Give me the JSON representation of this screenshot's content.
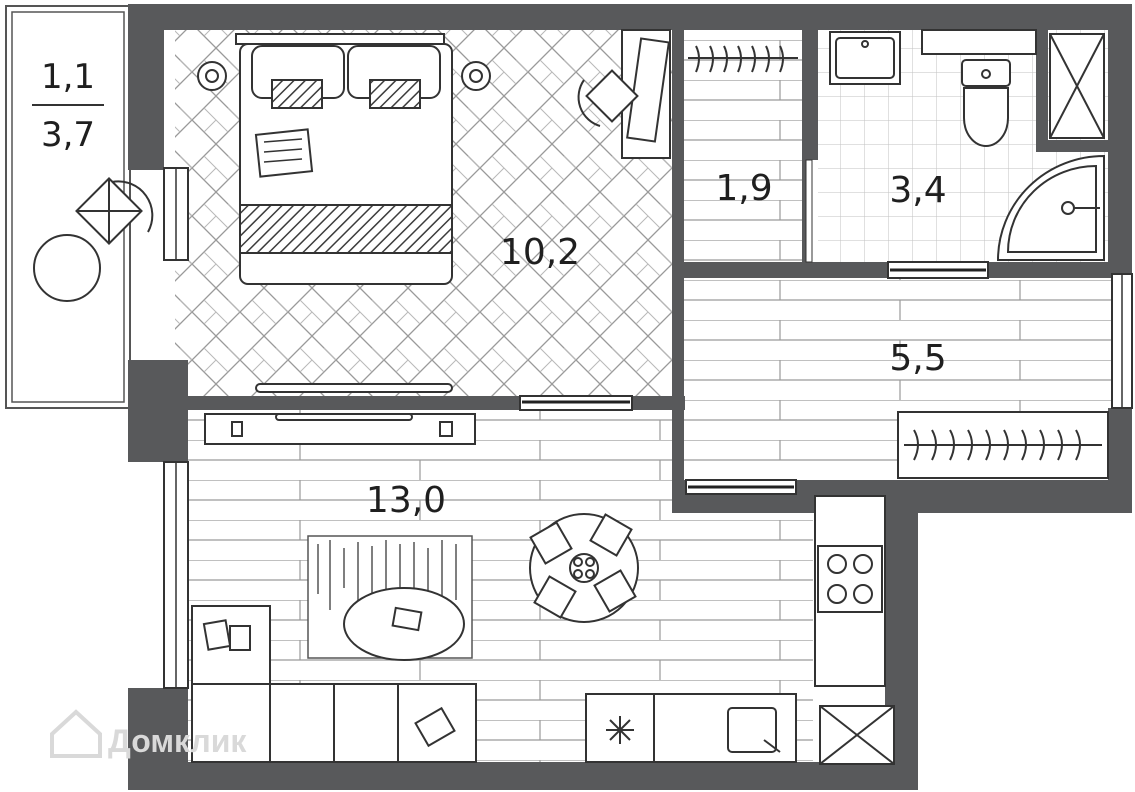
{
  "rooms": {
    "balcony": {
      "area_top": "1,1",
      "area_bottom": "3,7"
    },
    "bedroom": {
      "area": "10,2"
    },
    "wardrobe": {
      "area": "1,9"
    },
    "bathroom": {
      "area": "3,4"
    },
    "hallway": {
      "area": "5,5"
    },
    "living_kitchen": {
      "area": "13,0"
    }
  },
  "watermark": {
    "text": "Домклик"
  },
  "colors": {
    "wall": "#58595b",
    "line": "#555555",
    "hatch": "#3c3c3c",
    "text": "#1f1f1f"
  }
}
